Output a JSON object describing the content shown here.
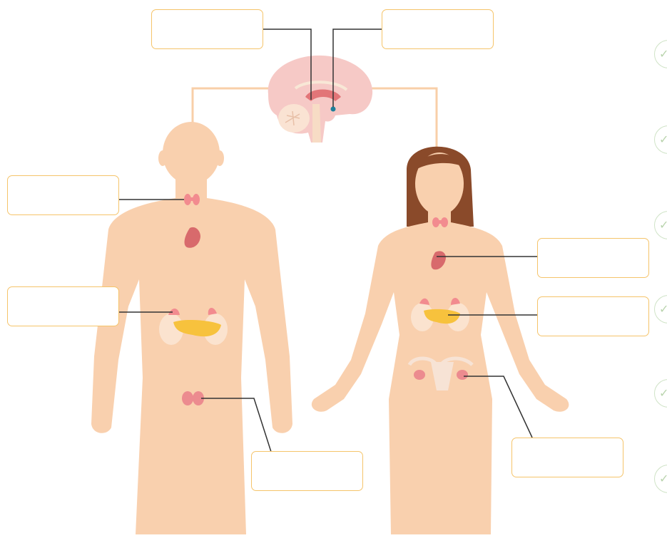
{
  "answer_boxes": [
    {
      "id": "brain-left",
      "text": ""
    },
    {
      "id": "brain-right",
      "text": ""
    },
    {
      "id": "male-neck",
      "text": ""
    },
    {
      "id": "male-kidney",
      "text": ""
    },
    {
      "id": "male-testes",
      "text": ""
    },
    {
      "id": "female-thymus",
      "text": ""
    },
    {
      "id": "female-pancreas",
      "text": ""
    },
    {
      "id": "female-ovary",
      "text": ""
    }
  ],
  "side_buttons": [
    {
      "icon": "check-icon"
    },
    {
      "icon": "check-icon"
    },
    {
      "icon": "check-icon"
    },
    {
      "icon": "check-icon"
    },
    {
      "icon": "check-icon"
    },
    {
      "icon": "check-icon"
    }
  ],
  "colors": {
    "skin": "#f9d0ae",
    "box_border": "#f5c46a",
    "pointer_line": "#333333",
    "connector_line": "#f8cfa8",
    "brain": "#f6c9c6",
    "thyroid": "#f28b8f",
    "pancreas": "#f7c23d",
    "hair": "#8a4a2a"
  }
}
